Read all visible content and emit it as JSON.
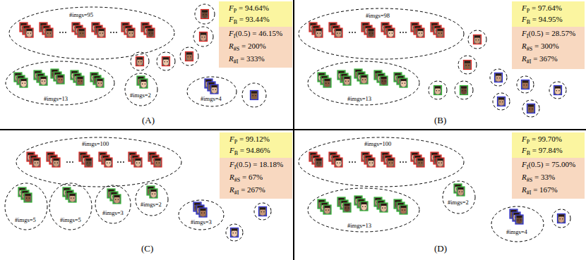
{
  "diagram": {
    "nodes": [
      {
        "text": [
          "#imgs=95"
        ]
      },
      {
        "text": [
          "#imgs=13"
        ]
      },
      {
        "text": [
          "#imgs=2"
        ]
      },
      {
        "text": [
          "#imgs=4"
        ]
      },
      {
        "text": [
          "FP = 94.64%",
          "FB = 93.44%"
        ]
      },
      {
        "text": [
          "FI(0.5) = 46.15%",
          "R#S = 200%",
          "R#I = 333%"
        ]
      },
      {
        "text": [
          "#imgs=98"
        ]
      },
      {
        "text": [
          "#imgs=13"
        ]
      },
      {
        "text": [
          "FP = 97.64%",
          "FB = 94.95%"
        ]
      },
      {
        "text": [
          "FI(0.5) = 28.57%",
          "R#S = 300%",
          "R#I = 367%"
        ]
      },
      {
        "text": [
          "#imgs=100"
        ]
      },
      {
        "text": [
          "#imgs=5"
        ]
      },
      {
        "text": [
          "#imgs=5"
        ]
      },
      {
        "text": [
          "#imgs=3"
        ]
      },
      {
        "text": [
          "#imgs=2"
        ]
      },
      {
        "text": [
          "#imgs=3"
        ]
      },
      {
        "text": [
          "FP = 99.12%",
          "FB = 94.86%"
        ]
      },
      {
        "text": [
          "FI(0.5) = 18.18%",
          "R#S = 67%",
          "R#I = 267%"
        ]
      },
      {
        "text": [
          "#imgs=100"
        ]
      },
      {
        "text": [
          "#imgs=13"
        ]
      },
      {
        "text": [
          "#imgs=2"
        ]
      },
      {
        "text": [
          "#imgs=4"
        ]
      },
      {
        "text": [
          "FP = 99.70%",
          "FB = 97.84%"
        ]
      },
      {
        "text": [
          "FI(0.5) = 75.00%",
          "R#S = 33%",
          "R#I = 167%"
        ]
      }
    ],
    "labels": [
      "(A)",
      "(B)",
      "(C)",
      "(D)"
    ]
  }
}
